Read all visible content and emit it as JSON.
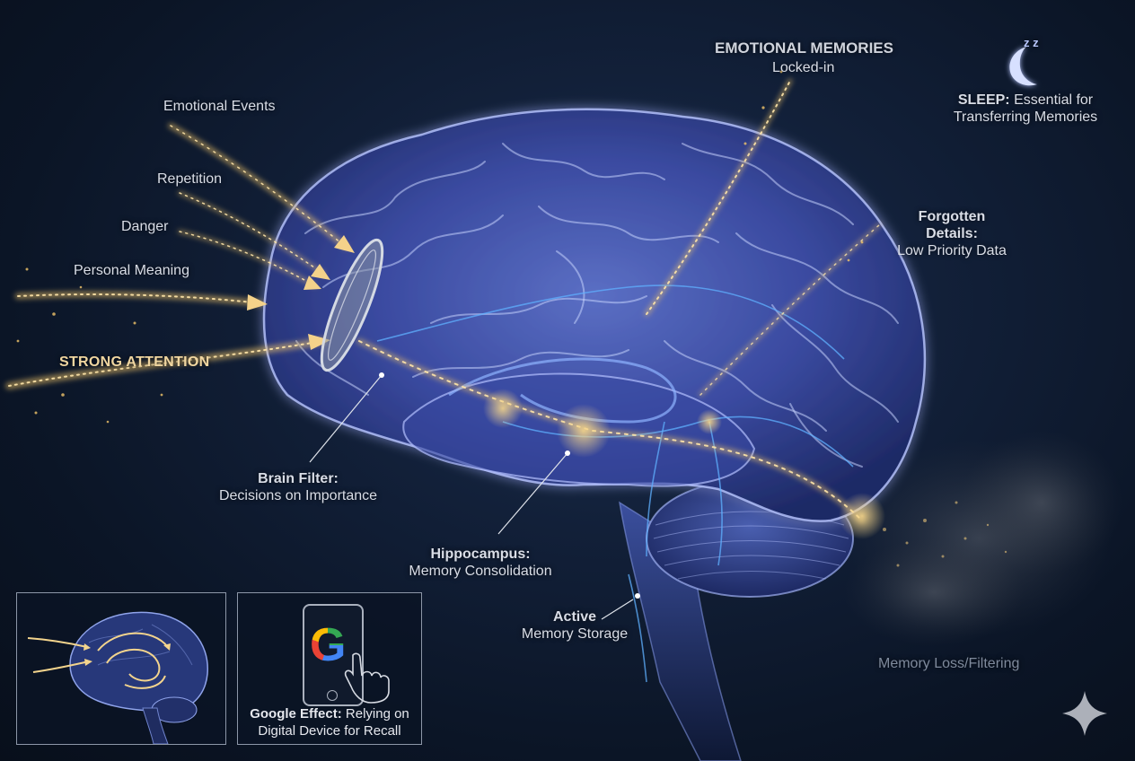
{
  "inputs": {
    "emotional_events": "Emotional Events",
    "repetition": "Repetition",
    "danger": "Danger",
    "personal_meaning": "Personal Meaning",
    "strong_attention": "STRONG ATTENTION"
  },
  "emotional_memories": {
    "title": "EMOTIONAL MEMORIES",
    "subtitle": "Locked-in"
  },
  "sleep": {
    "title": "SLEEP:",
    "text_line1": "Essential for",
    "text_line2": "Transferring Memories",
    "icon": "moon-zzz-icon",
    "zzz": "z z"
  },
  "forgotten": {
    "line1": "Forgotten",
    "line2": "Details:",
    "line3": "Low Priority Data"
  },
  "brain_filter": {
    "title": "Brain Filter:",
    "subtitle": "Decisions on Importance"
  },
  "hippocampus": {
    "title": "Hippocampus:",
    "subtitle": "Memory Consolidation"
  },
  "active": {
    "title": "Active",
    "subtitle": "Memory Storage"
  },
  "memory_loss": "Memory Loss/Filtering",
  "google_panel": {
    "title": "Google Effect:",
    "line1": "Relying on",
    "line2": "Digital Device for Recall",
    "logo_letter": "G"
  },
  "colors": {
    "background": "#0b1524",
    "brain_glow": "#6f86d6",
    "particles": "#f3c36a",
    "text": "#d9dde6"
  }
}
